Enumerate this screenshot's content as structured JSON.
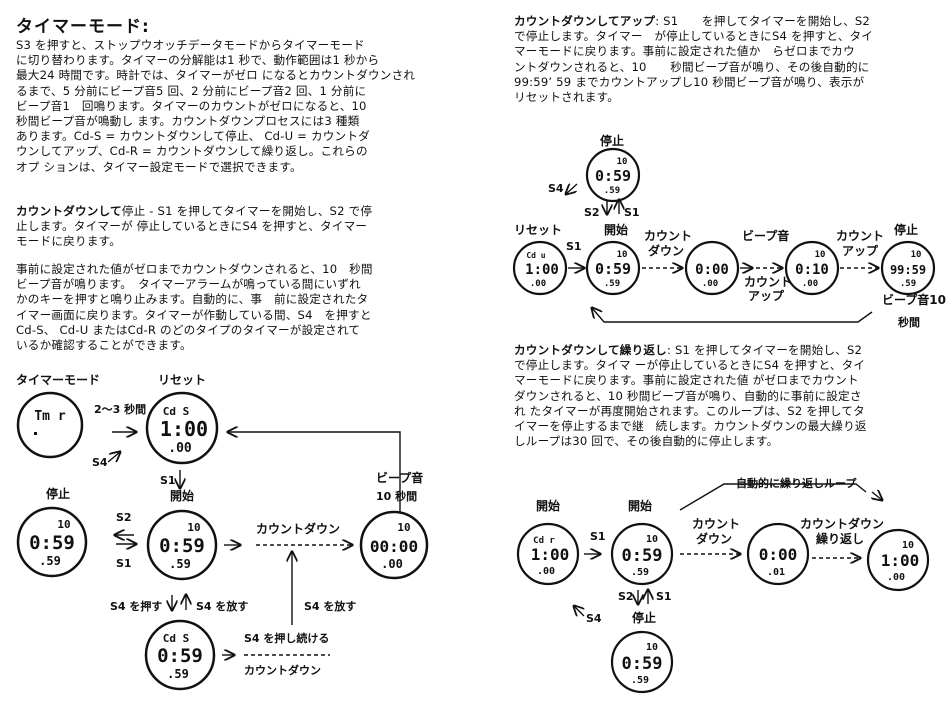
{
  "left": {
    "title": "タイマーモード:",
    "p1": [
      "S3 を押すと、ストップウオッチデータモードからタイマーモード",
      "に切り替わります。タイマーの分解能は1 秒で、動作範囲は1 秒から",
      "最大24 時間です。時計では、タイマーがゼロ になるとカウントダウンされ",
      "るまで、5 分前にビープ音5 回、2 分前にビープ音2 回、1 分前に",
      "ビープ音1　回鳴ります。タイマーのカウントがゼロになると、10",
      "秒間ビープ音が鳴動し ます。カウントダウンプロセスには3 種類",
      "あります。Cd-S = カウントダウンして停止、 Cd-U = カウントダ",
      "ウンしてアップ、Cd-R = カウントダウンして繰り返し。これらの",
      "オプ ションは、タイマー設定モードで選択できます。"
    ],
    "p2_head": "カウントダウンして",
    "p2_head2": "停止",
    "p2": [
      " - S1 を押してタイマーを開始し、S2 で停",
      "止します。タイマーが 停止しているときにS4 を押すと、タイマー",
      "モードに戻ります。"
    ],
    "p3": [
      "事前に設定された値がゼロまでカウントダウンされると、10　秒間",
      "ビープ音が鳴ります。　タイマーアラームが鳴っている間にいずれ",
      "かのキーを押すと鳴り止みます。自動的に、事　前に設定されたタ",
      "イマー画面に戻ります。タイマーが作動している間、S4　を押すと",
      "Cd-S、 Cd-U またはCd-R のどのタイプのタイマーが設定されて",
      "いるか確認することができます。"
    ],
    "diagram": {
      "timer_mode": "タイマーモード",
      "reset": "リセット",
      "sec23": "2〜3 秒間",
      "s4": "S4",
      "s1": "S1",
      "s2": "S2",
      "stop": "停止",
      "start": "開始",
      "countdown": "カウントダウン",
      "beep": "ビープ音",
      "sec10": "10 秒間",
      "s4_press": "S4 を押す",
      "s4_release": "S4 を放す",
      "s4_release2": "S4 を放す",
      "s4_hold": "S4 を押し続ける",
      "countdown2": "カウントダウン",
      "w_tmr": "Tm r",
      "w_cds": "Cd S",
      "w_100": "1:00",
      "w_00": ".00",
      "w_10": "10",
      "w_059": "0:59",
      "w_59": ".59",
      "w_0000": "00:00"
    }
  },
  "right": {
    "p1_head": "カウントダウンしてアップ",
    "p1": [
      ": S1　　を押してタイマーを開始し、S2",
      "で停止します。タイマー　が停止しているときにS4 を押すと、タイ",
      "マーモードに戻ります。事前に設定された値か　らゼロまでカウ",
      "ントダウンされると、10　　秒間ビープ音が鳴り、その後自動的に",
      "99:59’ 59 までカウントアップし10 秒間ビープ音が鳴り、表示が",
      "リセットされます。"
    ],
    "p2_head": "カウントダウンして繰り返し",
    "p2": [
      ": S1 を押してタイマーを開始し、S2",
      "で停止します。タイマ ーが停止しているときにS4 を押すと、タイ",
      "マーモードに戻ります。事前に設定された値 がゼロまでカウント",
      "ダウンされると、10 秒間ビープ音が鳴り、自動的に事前に設定さ",
      "れ たタイマーが再度開始されます。このループは、S2 を押してタ",
      "イマーを停止するまで継　続します。カウントダウンの最大繰り返",
      "しループは30 回で、その後自動的に停止します。"
    ],
    "diagram1": {
      "stop": "停止",
      "s4": "S4",
      "s2": "S2",
      "s1": "S1",
      "reset": "リセット",
      "start": "開始",
      "countdown_a": "カウント",
      "countdown_b": "ダウン",
      "beep": "ビープ音",
      "countup_a": "カウント",
      "countup_b": "アップ",
      "countup2_a": "カウント",
      "countup2_b": "アップ",
      "beep10": "ビープ音10",
      "sec": "秒間",
      "w_cdu": "Cd u",
      "w_100": "1:00",
      "w_00": ".00",
      "w_10": "10",
      "w_059": "0:59",
      "w_59": ".59",
      "w_000": "0:00",
      "w_010": "0:10",
      "w_9959": "99:59"
    },
    "diagram2": {
      "loop": "自動的に繰り返しループ",
      "start1": "開始",
      "start2": "開始",
      "s1": "S1",
      "s2": "S2",
      "s4": "S4",
      "stop": "停止",
      "countdown_a": "カウント",
      "countdown_b": "ダウン",
      "repeat_a": "カウントダウン",
      "repeat_b": "繰り返し",
      "w_cdr": "Cd r",
      "w_100": "1:00",
      "w_00": ".00",
      "w_10": "10",
      "w_059": "0:59",
      "w_59": ".59",
      "w_000": "0:00",
      "w_01": ".01"
    }
  }
}
